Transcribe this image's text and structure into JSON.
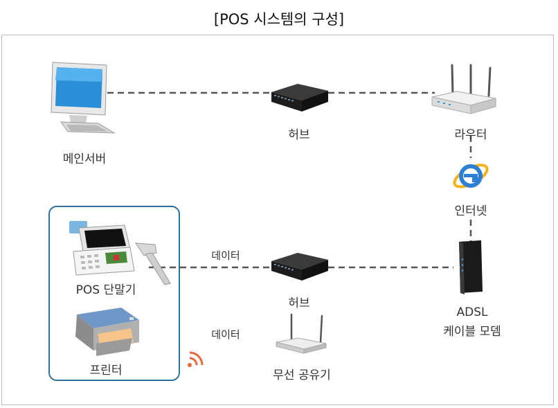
{
  "title": "[POS 시스템의 구성]",
  "nodes": {
    "main_server": "메인서버",
    "hub_top": "허브",
    "router": "라우터",
    "internet": "인터넷",
    "pos_terminal": "POS 단말기",
    "hub_bottom": "허브",
    "adsl_line1": "ADSL",
    "adsl_line2": "케이블 모뎀",
    "printer": "프린터",
    "wireless_ap": "무선 공유기"
  },
  "link_labels": {
    "data_wired": "데이터",
    "data_wireless": "데이터"
  }
}
